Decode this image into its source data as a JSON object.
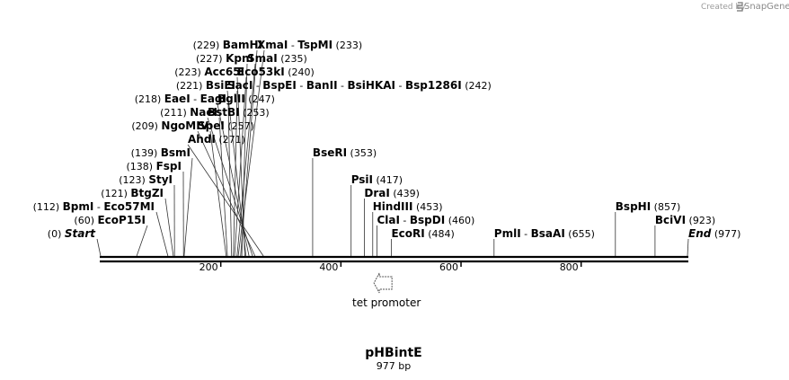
{
  "credit": {
    "prefix": "Created by",
    "brand": "SnapGene"
  },
  "map": {
    "name": "pHBintE",
    "length_label": "977 bp",
    "total_bp": 977
  },
  "ruler": {
    "ticks": [
      {
        "bp": 200,
        "label": "200"
      },
      {
        "bp": 400,
        "label": "400"
      },
      {
        "bp": 600,
        "label": "600"
      },
      {
        "bp": 800,
        "label": "800"
      }
    ]
  },
  "features": [
    {
      "name": "tet promoter",
      "start": 455,
      "end": 485,
      "direction": "reverse"
    }
  ],
  "sites": [
    {
      "row": 0,
      "names": [
        "Start"
      ],
      "pos": 0,
      "side": "left",
      "italic": true
    },
    {
      "row": 1,
      "names": [
        "EcoP15I"
      ],
      "pos": 60,
      "side": "left"
    },
    {
      "row": 2,
      "names": [
        "BpmI",
        "Eco57MI"
      ],
      "pos": 112,
      "side": "left"
    },
    {
      "row": 3,
      "names": [
        "BtgZI"
      ],
      "pos": 121,
      "side": "left"
    },
    {
      "row": 4,
      "names": [
        "StyI"
      ],
      "pos": 123,
      "side": "left"
    },
    {
      "row": 5,
      "names": [
        "FspI"
      ],
      "pos": 138,
      "side": "left"
    },
    {
      "row": 6,
      "names": [
        "BsmI"
      ],
      "pos": 139,
      "side": "left"
    },
    {
      "row": 8,
      "names": [
        "NgoMIV"
      ],
      "pos": 209,
      "side": "left"
    },
    {
      "row": 9,
      "names": [
        "NaeI"
      ],
      "pos": 211,
      "side": "left"
    },
    {
      "row": 10,
      "names": [
        "EaeI",
        "EagI"
      ],
      "pos": 218,
      "side": "left"
    },
    {
      "row": 11,
      "names": [
        "BsiEI"
      ],
      "pos": 221,
      "side": "left"
    },
    {
      "row": 12,
      "names": [
        "Acc65I"
      ],
      "pos": 223,
      "side": "left"
    },
    {
      "row": 13,
      "names": [
        "KpnI"
      ],
      "pos": 227,
      "side": "left"
    },
    {
      "row": 14,
      "names": [
        "BamHI"
      ],
      "pos": 229,
      "side": "left"
    },
    {
      "row": 14,
      "names": [
        "XmaI",
        "TspMI"
      ],
      "pos": 233,
      "side": "right"
    },
    {
      "row": 13,
      "names": [
        "SmaI"
      ],
      "pos": 235,
      "side": "right"
    },
    {
      "row": 12,
      "names": [
        "Eco53kI"
      ],
      "pos": 240,
      "side": "right"
    },
    {
      "row": 11,
      "names": [
        "SacI",
        "BspEI",
        "BanII",
        "BsiHKAI",
        "Bsp1286I"
      ],
      "pos": 242,
      "side": "right"
    },
    {
      "row": 10,
      "names": [
        "BglII"
      ],
      "pos": 247,
      "side": "right"
    },
    {
      "row": 9,
      "names": [
        "BstBI"
      ],
      "pos": 253,
      "side": "right"
    },
    {
      "row": 8,
      "names": [
        "SpeI"
      ],
      "pos": 257,
      "side": "right"
    },
    {
      "row": 7,
      "names": [
        "AhdI"
      ],
      "pos": 271,
      "side": "right"
    },
    {
      "row": 6,
      "names": [
        "BseRI"
      ],
      "pos": 353,
      "side": "right"
    },
    {
      "row": 4,
      "names": [
        "PsiI"
      ],
      "pos": 417,
      "side": "right"
    },
    {
      "row": 3,
      "names": [
        "DraI"
      ],
      "pos": 439,
      "side": "right"
    },
    {
      "row": 2,
      "names": [
        "HindIII"
      ],
      "pos": 453,
      "side": "right"
    },
    {
      "row": 1,
      "names": [
        "ClaI",
        "BspDI"
      ],
      "pos": 460,
      "side": "right"
    },
    {
      "row": 0,
      "names": [
        "EcoRI"
      ],
      "pos": 484,
      "side": "right"
    },
    {
      "row": 0,
      "names": [
        "PmlI",
        "BsaAI"
      ],
      "pos": 655,
      "side": "right"
    },
    {
      "row": 2,
      "names": [
        "BspHI"
      ],
      "pos": 857,
      "side": "right"
    },
    {
      "row": 1,
      "names": [
        "BciVI"
      ],
      "pos": 923,
      "side": "right"
    },
    {
      "row": 0,
      "names": [
        "End"
      ],
      "pos": 977,
      "side": "right",
      "italic": true
    }
  ]
}
